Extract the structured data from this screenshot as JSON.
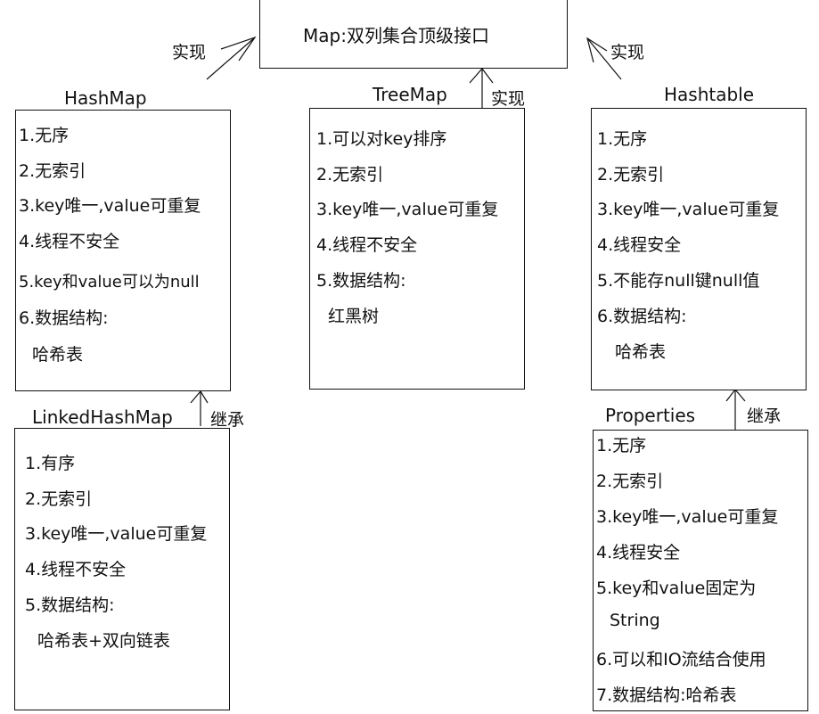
{
  "root": {
    "title": "Map:双列集合顶级接口"
  },
  "relations": {
    "implements_left": "实现",
    "implements_center": "实现",
    "implements_right": "实现",
    "extends_linked": "继承",
    "extends_properties": "继承"
  },
  "classes": {
    "hashmap": {
      "name": "HashMap",
      "items": [
        "1.无序",
        "2.无索引",
        "3.key唯一,value可重复",
        "4.线程不安全",
        "5.key和value可以为null",
        "6.数据结构:",
        "哈希表"
      ]
    },
    "treemap": {
      "name": "TreeMap",
      "items": [
        "1.可以对key排序",
        "2.无索引",
        "3.key唯一,value可重复",
        "4.线程不安全",
        "5.数据结构:",
        "红黑树"
      ]
    },
    "hashtable": {
      "name": "Hashtable",
      "items": [
        "1.无序",
        "2.无索引",
        "3.key唯一,value可重复",
        "4.线程安全",
        "5.不能存null键null值",
        "6.数据结构:",
        "哈希表"
      ]
    },
    "linkedhashmap": {
      "name": "LinkedHashMap",
      "items": [
        "1.有序",
        "2.无索引",
        "3.key唯一,value可重复",
        "4.线程不安全",
        "5.数据结构:",
        "哈希表+双向链表"
      ]
    },
    "properties": {
      "name": "Properties",
      "items": [
        "1.无序",
        "2.无索引",
        "3.key唯一,value可重复",
        "4.线程安全",
        "5.key和value固定为",
        "String",
        "6.可以和IO流结合使用",
        "7.数据结构:哈希表"
      ]
    }
  }
}
